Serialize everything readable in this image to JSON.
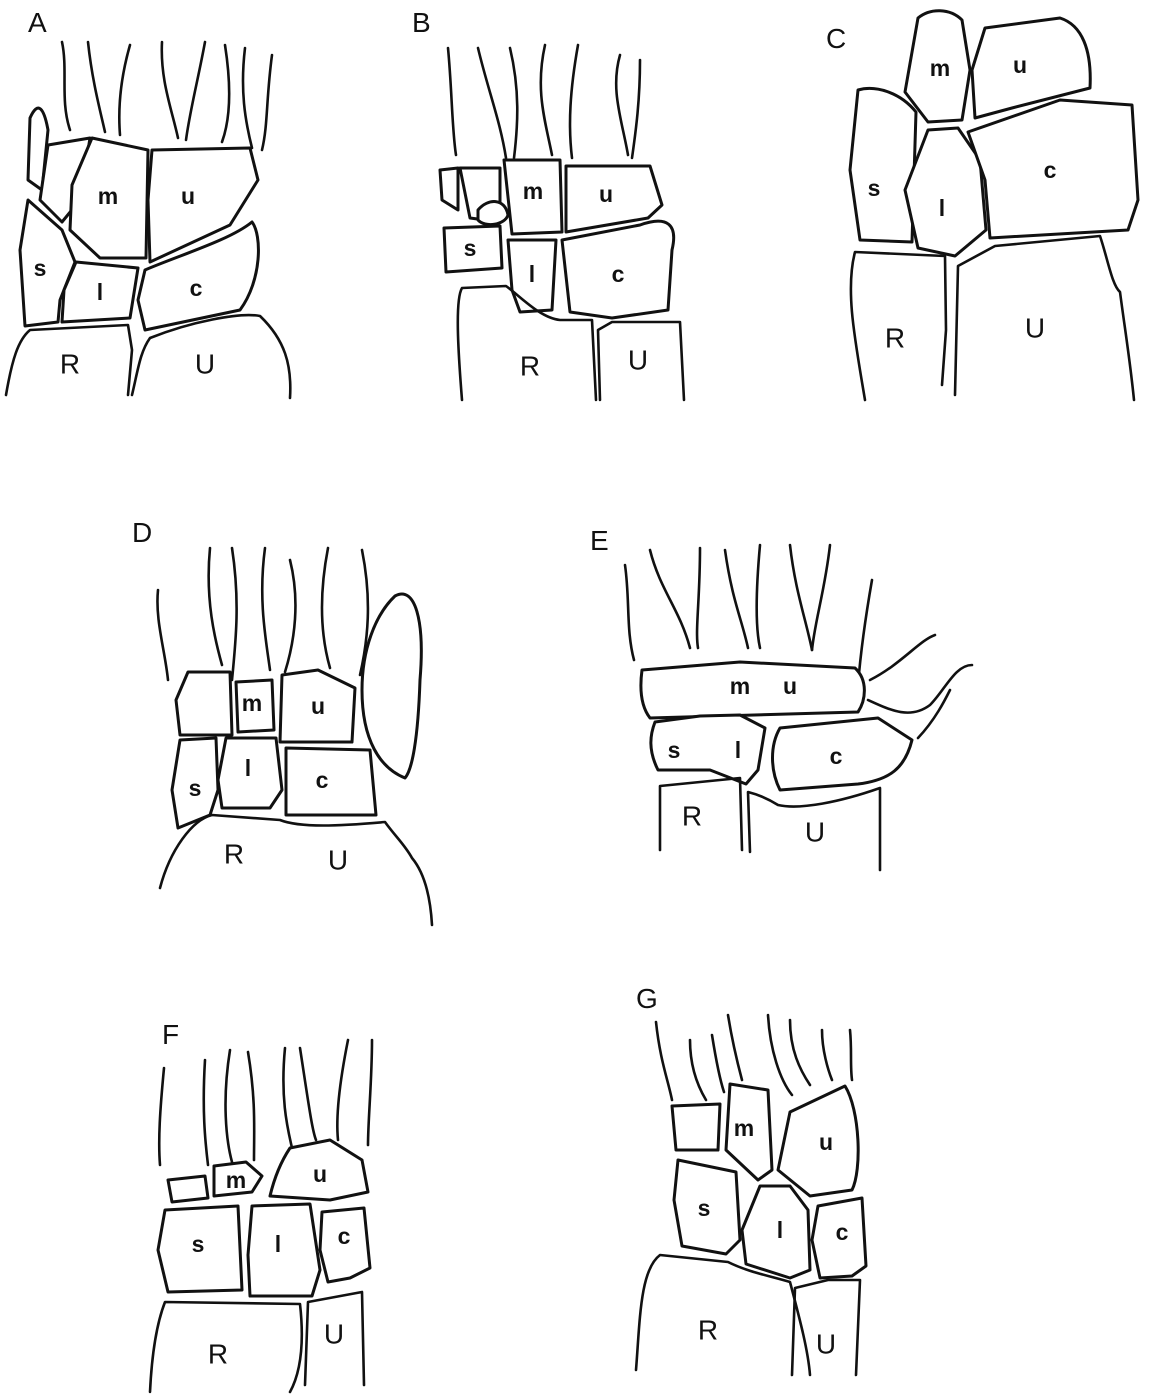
{
  "figure": {
    "panels": [
      {
        "id": "A",
        "label": "A",
        "bones": {
          "m": "m",
          "u": "u",
          "s": "s",
          "l": "l",
          "c": "c",
          "R": "R",
          "U": "U"
        }
      },
      {
        "id": "B",
        "label": "B",
        "bones": {
          "m": "m",
          "u": "u",
          "s": "s",
          "l": "l",
          "c": "c",
          "R": "R",
          "U": "U"
        }
      },
      {
        "id": "C",
        "label": "C",
        "bones": {
          "m": "m",
          "u": "u",
          "s": "s",
          "l": "l",
          "c": "c",
          "R": "R",
          "U": "U"
        }
      },
      {
        "id": "D",
        "label": "D",
        "bones": {
          "m": "m",
          "u": "u",
          "s": "s",
          "l": "l",
          "c": "c",
          "R": "R",
          "U": "U"
        }
      },
      {
        "id": "E",
        "label": "E",
        "bones": {
          "m": "m",
          "u": "u",
          "s": "s",
          "l": "l",
          "c": "c",
          "R": "R",
          "U": "U"
        }
      },
      {
        "id": "F",
        "label": "F",
        "bones": {
          "m": "m",
          "u": "u",
          "s": "s",
          "l": "l",
          "c": "c",
          "R": "R",
          "U": "U"
        }
      },
      {
        "id": "G",
        "label": "G",
        "bones": {
          "m": "m",
          "u": "u",
          "s": "s",
          "l": "l",
          "c": "c",
          "R": "R",
          "U": "U"
        }
      }
    ]
  }
}
